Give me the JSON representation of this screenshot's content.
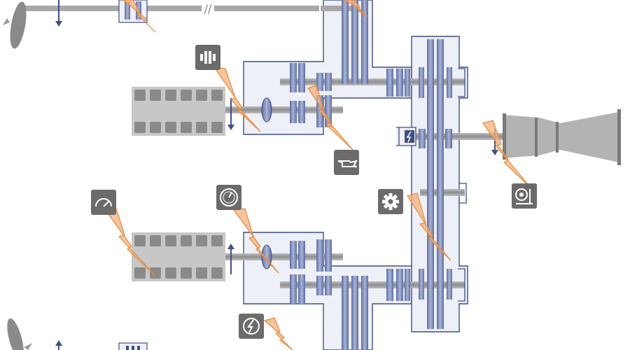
{
  "diagram": {
    "break_mark": "//",
    "colors": {
      "housing_fill": "#eef0f7",
      "housing_stroke": "#3f4f86",
      "gear": "#7f8db9",
      "gear_dark": "#43548e",
      "shaft": "#9b9b9b",
      "engine": "#c7c7c7",
      "engine_cylinder": "#8a8a8a",
      "arrow": "#3f4f86",
      "lightning_fill": "#f4b07a",
      "lightning_stroke": "#e58a3a",
      "icon_bg": "#6b6b6b",
      "icon_fg": "#ffffff",
      "turbine": "#b3b3b3"
    },
    "sensor_icons": [
      {
        "id": "vibration",
        "icon": "vibration-icon"
      },
      {
        "id": "oil",
        "icon": "oil-can-icon"
      },
      {
        "id": "speed",
        "icon": "speedometer-icon"
      },
      {
        "id": "pressure",
        "icon": "pressure-gauge-icon"
      },
      {
        "id": "gear",
        "icon": "gear-icon"
      },
      {
        "id": "power",
        "icon": "power-sensor-icon"
      },
      {
        "id": "shaft-sensor",
        "icon": "shaft-sensor-icon"
      }
    ]
  }
}
